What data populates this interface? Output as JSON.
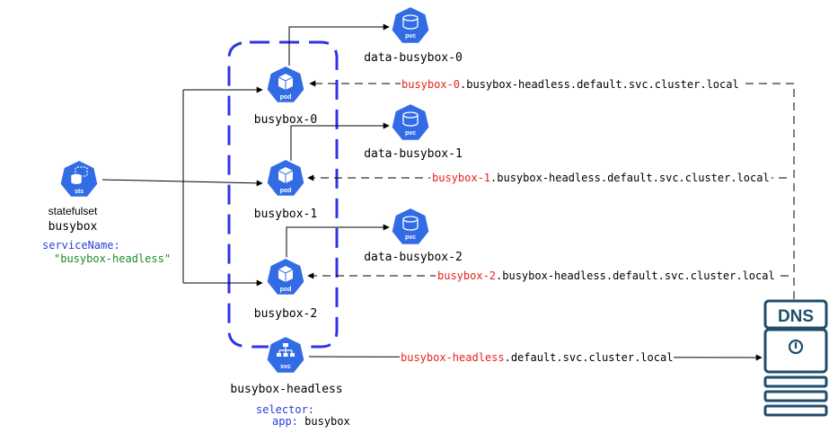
{
  "colors": {
    "k8s_blue": "#326ce5",
    "group_border": "#2f35e6",
    "dns_teal": "#1f4e6b",
    "red": "#e8221c",
    "green": "#1e8a21",
    "blue_text": "#2a3fd6",
    "line": "#000000"
  },
  "statefulset": {
    "icon_label": "sts",
    "kind": "statefulset",
    "name": "busybox",
    "service_key": "serviceName:",
    "service_value": "\"busybox-headless\""
  },
  "pods": [
    {
      "icon_label": "pod",
      "name": "busybox-0",
      "pvc_icon_label": "pvc",
      "pvc_name": "data-busybox-0",
      "dns_red": "busybox-0",
      "dns_rest": ".busybox-headless.default.svc.cluster.local"
    },
    {
      "icon_label": "pod",
      "name": "busybox-1",
      "pvc_icon_label": "pvc",
      "pvc_name": "data-busybox-1",
      "dns_red": "busybox-1",
      "dns_rest": ".busybox-headless.default.svc.cluster.local"
    },
    {
      "icon_label": "pod",
      "name": "busybox-2",
      "pvc_icon_label": "pvc",
      "pvc_name": "data-busybox-2",
      "dns_red": "busybox-2",
      "dns_rest": ".busybox-headless.default.svc.cluster.local"
    }
  ],
  "service": {
    "icon_label": "svc",
    "name": "busybox-headless",
    "selector_key": "selector:",
    "selector_app_key": "app:",
    "selector_app_value": "busybox",
    "dns_red": "busybox-headless",
    "dns_rest": ".default.svc.cluster.local"
  },
  "dns": {
    "label": "DNS"
  }
}
